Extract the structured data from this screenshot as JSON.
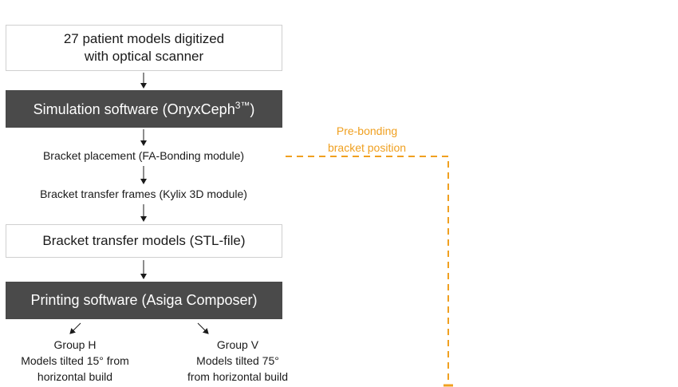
{
  "steps": {
    "scan": [
      "27 patient models digitized",
      "with optical scanner"
    ],
    "simulation": {
      "text": "Simulation software (OnyxCeph",
      "sup": "3™",
      "close": ")"
    },
    "bracket_placement": "Bracket placement (FA-Bonding module)",
    "transfer_frames": "Bracket transfer frames (Kylix 3D module)",
    "transfer_models": "Bracket transfer models (STL-file)",
    "printing": "Printing software (Asiga Composer)"
  },
  "groups": {
    "h": [
      "Group H",
      "Models tilted 15° from",
      "horizontal build"
    ],
    "v": [
      "Group V",
      "Models tilted 75°",
      "from horizontal build"
    ]
  },
  "side_label": [
    "Pre-bonding",
    "bracket position"
  ],
  "colors": {
    "dark_box": "#4a4a4a",
    "light_border": "#cfcfcf",
    "accent": "#f0a020"
  }
}
